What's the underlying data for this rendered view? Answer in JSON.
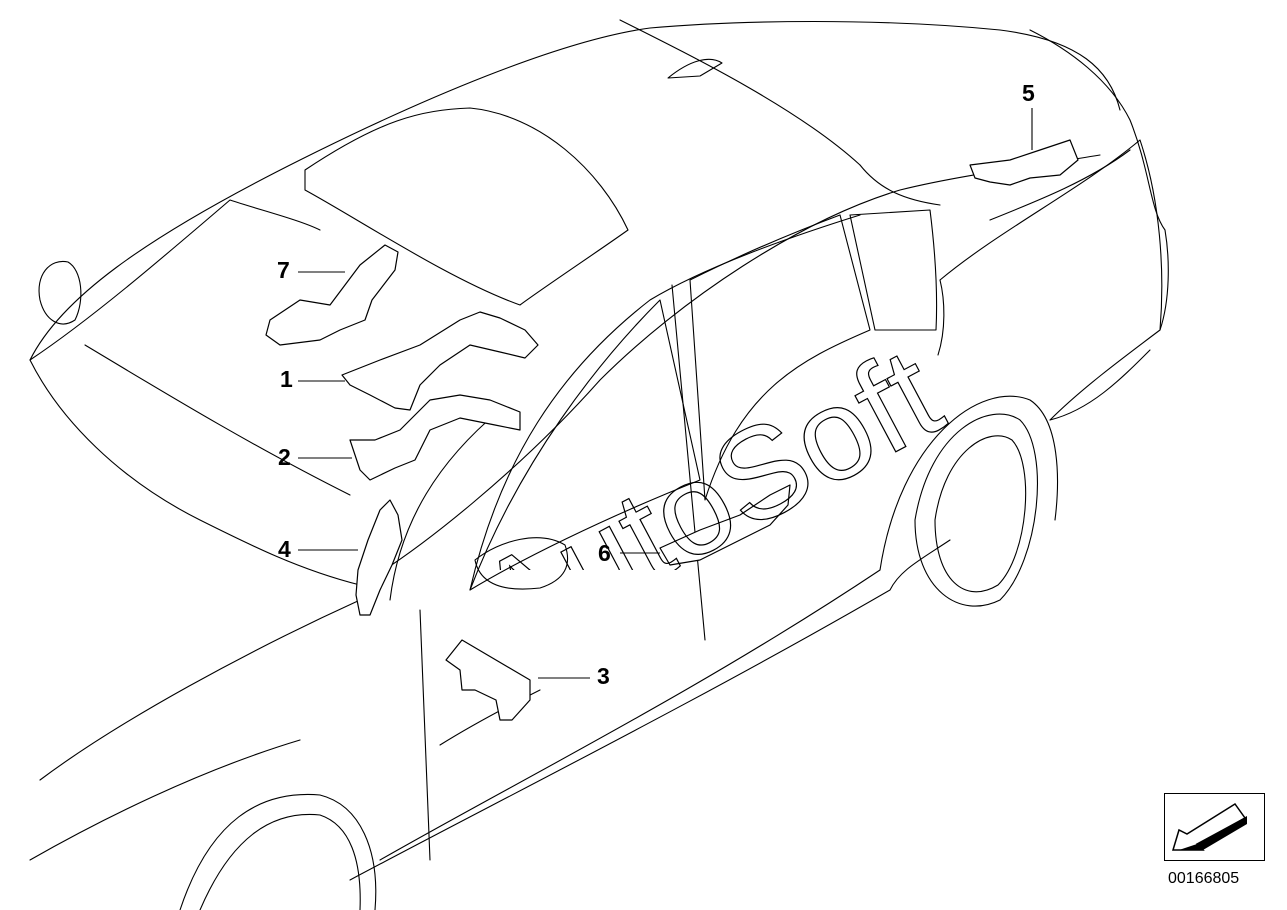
{
  "diagram": {
    "callouts": [
      {
        "id": "callout-1",
        "label": "1"
      },
      {
        "id": "callout-2",
        "label": "2"
      },
      {
        "id": "callout-3",
        "label": "3"
      },
      {
        "id": "callout-4",
        "label": "4"
      },
      {
        "id": "callout-5",
        "label": "5"
      },
      {
        "id": "callout-6",
        "label": "6"
      },
      {
        "id": "callout-7",
        "label": "7"
      }
    ],
    "watermark_text": "AutoSoft",
    "diagram_number": "00166805",
    "nav_icon": "arrow-down-left-icon",
    "line_color": "#000000",
    "watermark_color": "#000000"
  }
}
